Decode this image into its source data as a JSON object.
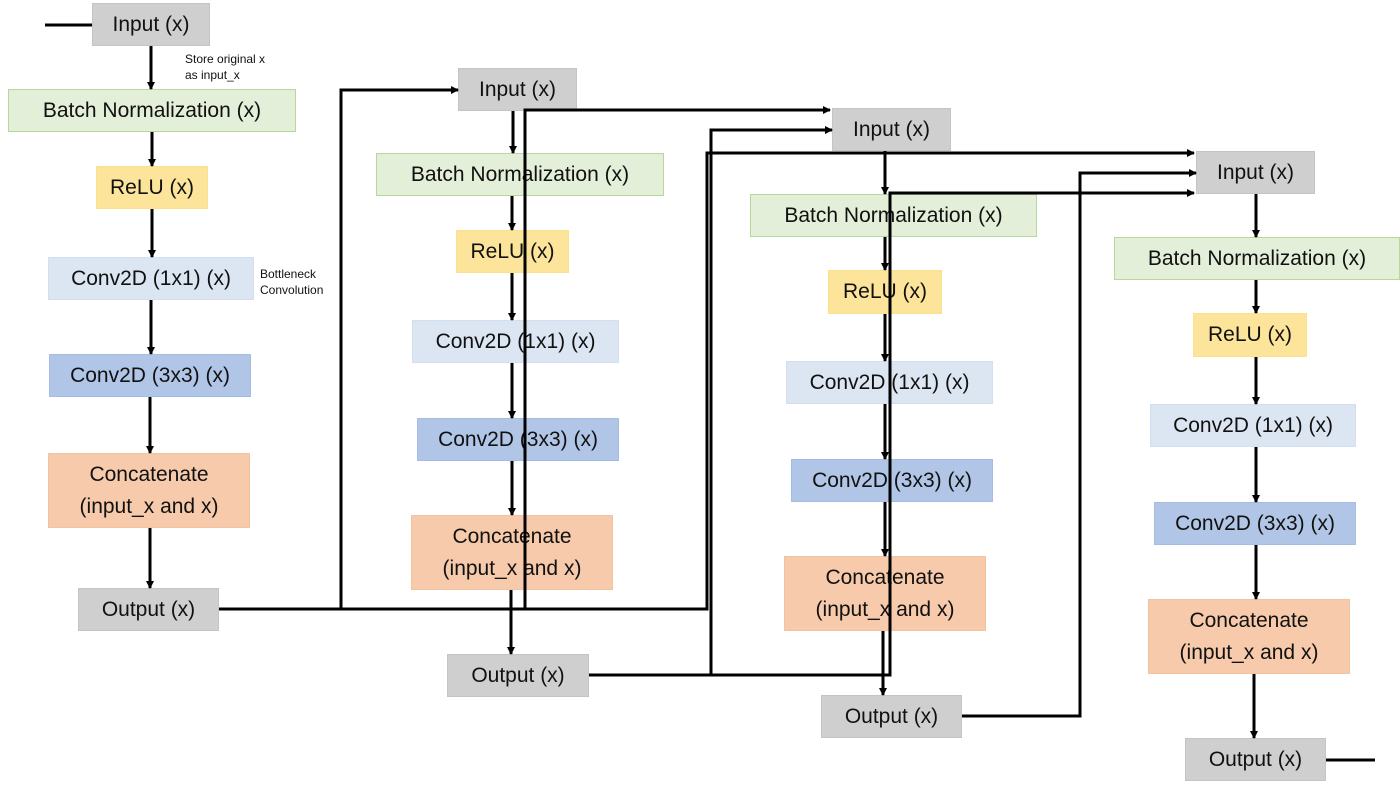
{
  "blocks": [
    {
      "input": "Input (x)",
      "batch_norm": "Batch Normalization (x)",
      "relu": "ReLU (x)",
      "conv1x1": "Conv2D (1x1) (x)",
      "conv3x3": "Conv2D (3x3) (x)",
      "concat_line1": "Concatenate",
      "concat_line2": "(input_x and x)",
      "output": "Output (x)"
    },
    {
      "input": "Input (x)",
      "batch_norm": "Batch Normalization (x)",
      "relu": "ReLU (x)",
      "conv1x1": "Conv2D (1x1) (x)",
      "conv3x3": "Conv2D (3x3) (x)",
      "concat_line1": "Concatenate",
      "concat_line2": "(input_x and x)",
      "output": "Output (x)"
    },
    {
      "input": "Input (x)",
      "batch_norm": "Batch Normalization (x)",
      "relu": "ReLU (x)",
      "conv1x1": "Conv2D (1x1) (x)",
      "conv3x3": "Conv2D (3x3) (x)",
      "concat_line1": "Concatenate",
      "concat_line2": "(input_x and x)",
      "output": "Output (x)"
    },
    {
      "input": "Input (x)",
      "batch_norm": "Batch Normalization (x)",
      "relu": "ReLU (x)",
      "conv1x1": "Conv2D (1x1) (x)",
      "conv3x3": "Conv2D (3x3) (x)",
      "concat_line1": "Concatenate",
      "concat_line2": "(input_x and x)",
      "output": "Output (x)"
    }
  ],
  "annotations": {
    "store_line1": "Store original x",
    "store_line2": "as input_x",
    "bottleneck_line1": "Bottleneck",
    "bottleneck_line2": "Convolution"
  },
  "colors": {
    "io": "#cfcfcf",
    "batch_norm": "#e3efd8",
    "relu": "#fde49b",
    "conv1x1": "#dce6f3",
    "conv3x3": "#b1c6e6",
    "concat": "#f6caaa",
    "wire": "#000000"
  }
}
